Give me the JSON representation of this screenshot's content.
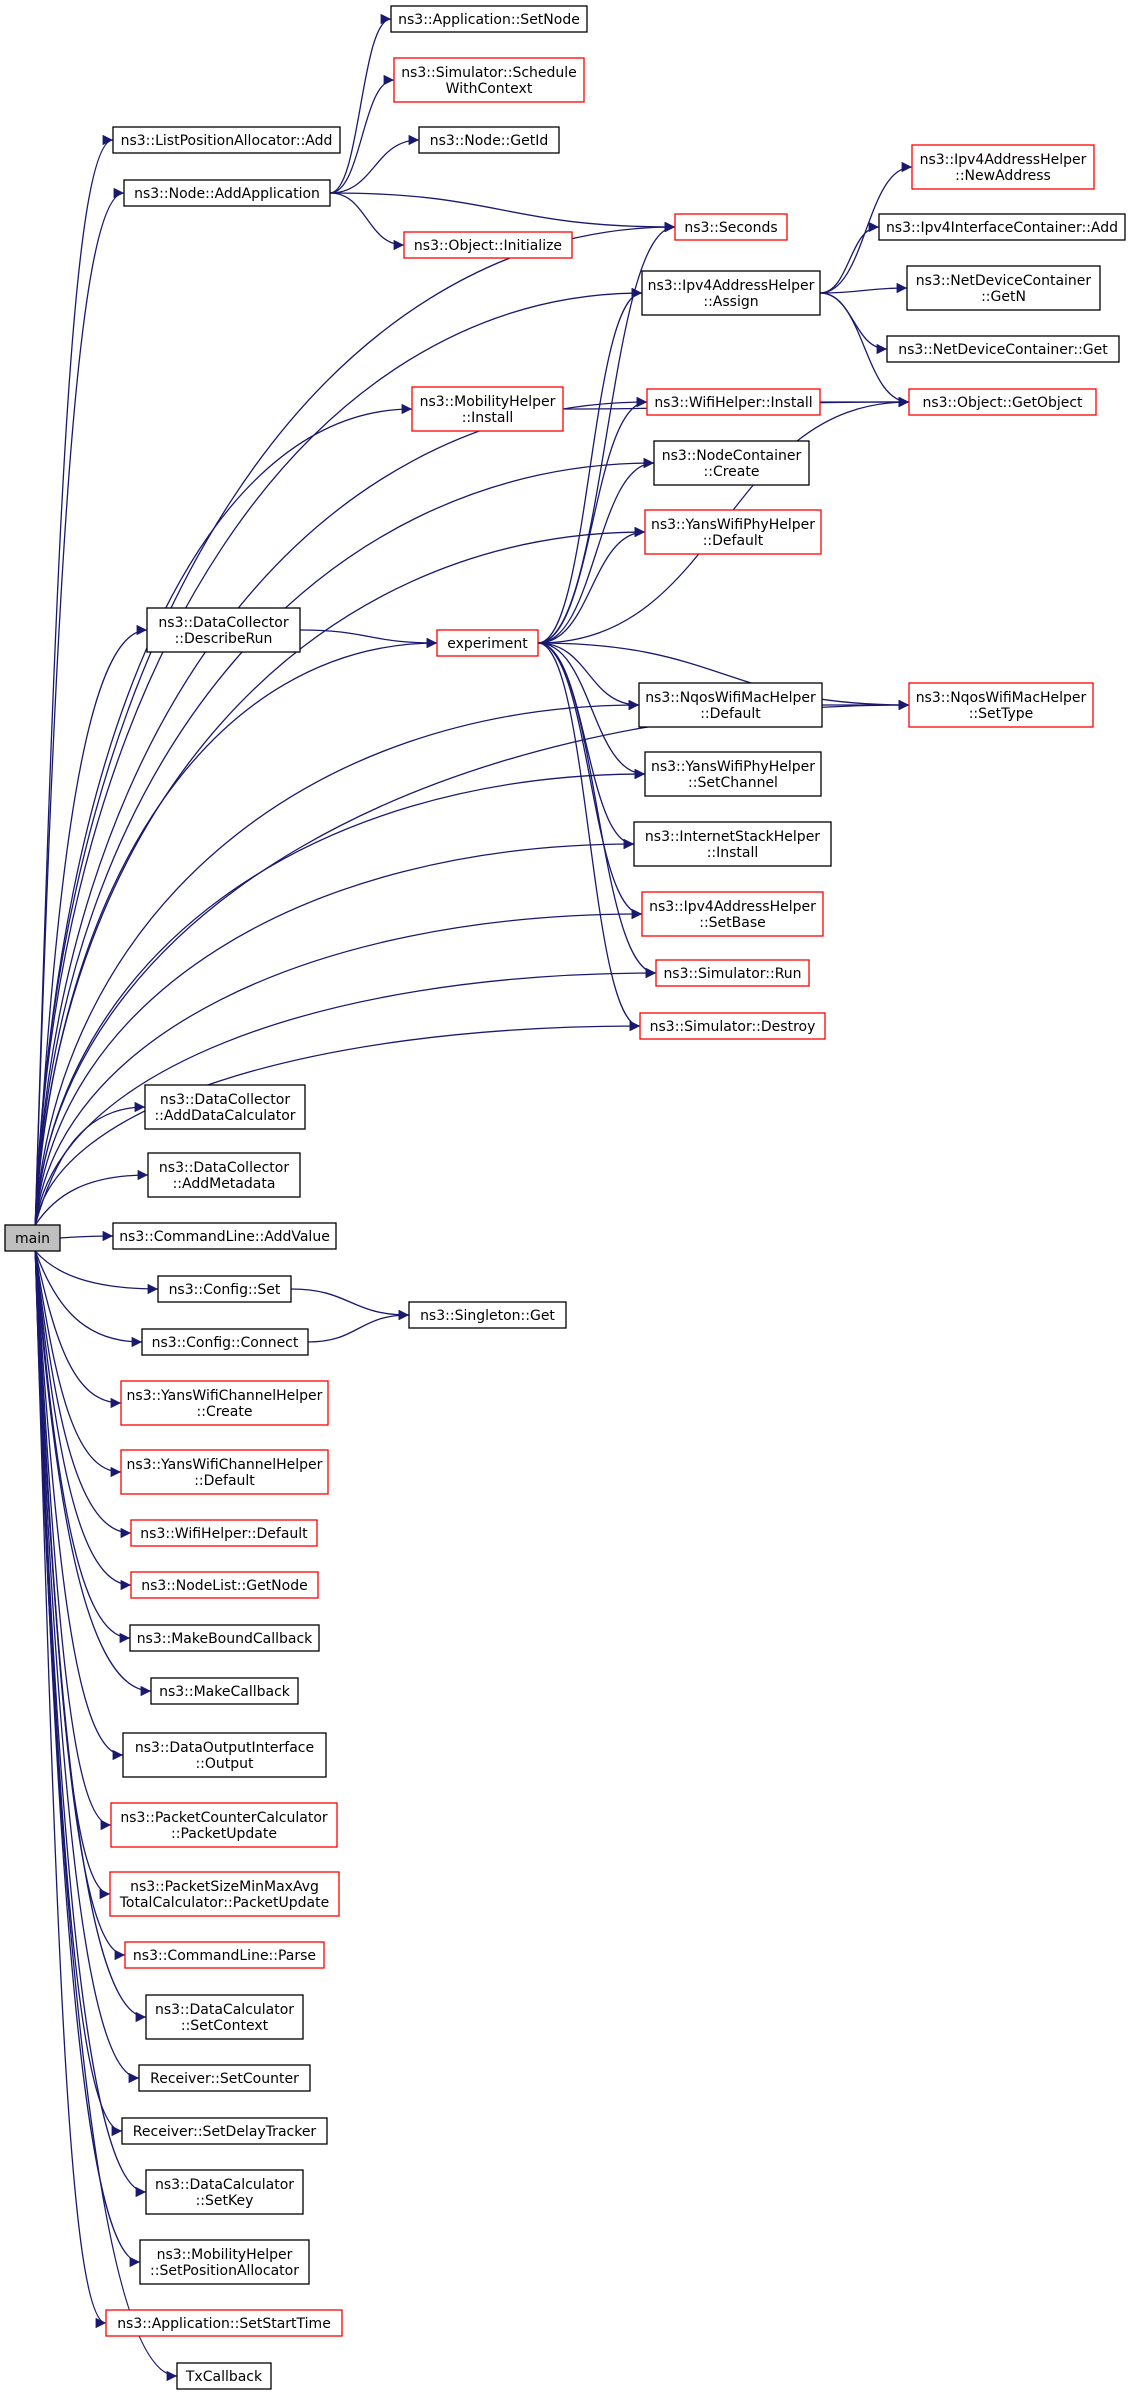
{
  "graph": {
    "edge_color": "#191970",
    "stroke_black": "#000000",
    "stroke_red": "#ff0000",
    "highlight_fill": "#bfbfbf",
    "nodes": [
      {
        "id": "main",
        "lines": [
          "main"
        ],
        "style": "highlight"
      },
      {
        "id": "listposalloc_add",
        "lines": [
          "ns3::ListPositionAllocator::Add"
        ],
        "style": "black"
      },
      {
        "id": "node_addapplication",
        "lines": [
          "ns3::Node::AddApplication"
        ],
        "style": "black"
      },
      {
        "id": "app_setnode",
        "lines": [
          "ns3::Application::SetNode"
        ],
        "style": "black"
      },
      {
        "id": "sim_schedulewithcontext",
        "lines": [
          "ns3::Simulator::Schedule",
          "WithContext"
        ],
        "style": "red"
      },
      {
        "id": "node_getid",
        "lines": [
          "ns3::Node::GetId"
        ],
        "style": "black"
      },
      {
        "id": "object_initialize",
        "lines": [
          "ns3::Object::Initialize"
        ],
        "style": "red"
      },
      {
        "id": "seconds",
        "lines": [
          "ns3::Seconds"
        ],
        "style": "red"
      },
      {
        "id": "ipv4addr_newaddress",
        "lines": [
          "ns3::Ipv4AddressHelper",
          "::NewAddress"
        ],
        "style": "red"
      },
      {
        "id": "ipv4iface_add",
        "lines": [
          "ns3::Ipv4InterfaceContainer::Add"
        ],
        "style": "black"
      },
      {
        "id": "ipv4addr_assign",
        "lines": [
          "ns3::Ipv4AddressHelper",
          "::Assign"
        ],
        "style": "black"
      },
      {
        "id": "netdev_getn",
        "lines": [
          "ns3::NetDeviceContainer",
          "::GetN"
        ],
        "style": "black"
      },
      {
        "id": "netdev_get",
        "lines": [
          "ns3::NetDeviceContainer::Get"
        ],
        "style": "black"
      },
      {
        "id": "mobility_install",
        "lines": [
          "ns3::MobilityHelper",
          "::Install"
        ],
        "style": "red"
      },
      {
        "id": "wifi_install",
        "lines": [
          "ns3::WifiHelper::Install"
        ],
        "style": "red"
      },
      {
        "id": "object_getobject",
        "lines": [
          "ns3::Object::GetObject"
        ],
        "style": "red"
      },
      {
        "id": "nodecontainer_create",
        "lines": [
          "ns3::NodeContainer",
          "::Create"
        ],
        "style": "black"
      },
      {
        "id": "yansphy_default",
        "lines": [
          "ns3::YansWifiPhyHelper",
          "::Default"
        ],
        "style": "red"
      },
      {
        "id": "datacollector_describerun",
        "lines": [
          "ns3::DataCollector",
          "::DescribeRun"
        ],
        "style": "black"
      },
      {
        "id": "experiment",
        "lines": [
          "experiment"
        ],
        "style": "red"
      },
      {
        "id": "nqosmac_default",
        "lines": [
          "ns3::NqosWifiMacHelper",
          "::Default"
        ],
        "style": "black"
      },
      {
        "id": "nqosmac_settype",
        "lines": [
          "ns3::NqosWifiMacHelper",
          "::SetType"
        ],
        "style": "red"
      },
      {
        "id": "yansphy_setchannel",
        "lines": [
          "ns3::YansWifiPhyHelper",
          "::SetChannel"
        ],
        "style": "black"
      },
      {
        "id": "internetstack_install",
        "lines": [
          "ns3::InternetStackHelper",
          "::Install"
        ],
        "style": "black"
      },
      {
        "id": "ipv4addr_setbase",
        "lines": [
          "ns3::Ipv4AddressHelper",
          "::SetBase"
        ],
        "style": "red"
      },
      {
        "id": "sim_run",
        "lines": [
          "ns3::Simulator::Run"
        ],
        "style": "red"
      },
      {
        "id": "sim_destroy",
        "lines": [
          "ns3::Simulator::Destroy"
        ],
        "style": "red"
      },
      {
        "id": "datacollector_adddatacalc",
        "lines": [
          "ns3::DataCollector",
          "::AddDataCalculator"
        ],
        "style": "black"
      },
      {
        "id": "datacollector_addmetadata",
        "lines": [
          "ns3::DataCollector",
          "::AddMetadata"
        ],
        "style": "black"
      },
      {
        "id": "cmdline_addvalue",
        "lines": [
          "ns3::CommandLine::AddValue"
        ],
        "style": "black"
      },
      {
        "id": "config_set",
        "lines": [
          "ns3::Config::Set"
        ],
        "style": "black"
      },
      {
        "id": "singleton_get",
        "lines": [
          "ns3::Singleton::Get"
        ],
        "style": "black"
      },
      {
        "id": "config_connect",
        "lines": [
          "ns3::Config::Connect"
        ],
        "style": "black"
      },
      {
        "id": "yanschan_create",
        "lines": [
          "ns3::YansWifiChannelHelper",
          "::Create"
        ],
        "style": "red"
      },
      {
        "id": "yanschan_default",
        "lines": [
          "ns3::YansWifiChannelHelper",
          "::Default"
        ],
        "style": "red"
      },
      {
        "id": "wifi_default",
        "lines": [
          "ns3::WifiHelper::Default"
        ],
        "style": "red"
      },
      {
        "id": "nodelist_getnode",
        "lines": [
          "ns3::NodeList::GetNode"
        ],
        "style": "red"
      },
      {
        "id": "makeboundcallback",
        "lines": [
          "ns3::MakeBoundCallback"
        ],
        "style": "black"
      },
      {
        "id": "makecallback",
        "lines": [
          "ns3::MakeCallback"
        ],
        "style": "black"
      },
      {
        "id": "dataoutput_output",
        "lines": [
          "ns3::DataOutputInterface",
          "::Output"
        ],
        "style": "black"
      },
      {
        "id": "pktcounter_update",
        "lines": [
          "ns3::PacketCounterCalculator",
          "::PacketUpdate"
        ],
        "style": "red"
      },
      {
        "id": "pktsize_update",
        "lines": [
          "ns3::PacketSizeMinMaxAvg",
          "TotalCalculator::PacketUpdate"
        ],
        "style": "red"
      },
      {
        "id": "cmdline_parse",
        "lines": [
          "ns3::CommandLine::Parse"
        ],
        "style": "red"
      },
      {
        "id": "datacalc_setcontext",
        "lines": [
          "ns3::DataCalculator",
          "::SetContext"
        ],
        "style": "black"
      },
      {
        "id": "receiver_setcounter",
        "lines": [
          "Receiver::SetCounter"
        ],
        "style": "black"
      },
      {
        "id": "receiver_setdelaytracker",
        "lines": [
          "Receiver::SetDelayTracker"
        ],
        "style": "black"
      },
      {
        "id": "datacalc_setkey",
        "lines": [
          "ns3::DataCalculator",
          "::SetKey"
        ],
        "style": "black"
      },
      {
        "id": "mobility_setposalloc",
        "lines": [
          "ns3::MobilityHelper",
          "::SetPositionAllocator"
        ],
        "style": "black"
      },
      {
        "id": "app_setstarttime",
        "lines": [
          "ns3::Application::SetStartTime"
        ],
        "style": "red"
      },
      {
        "id": "txcallback",
        "lines": [
          "TxCallback"
        ],
        "style": "black"
      }
    ],
    "edges": [
      [
        "main",
        "listposalloc_add"
      ],
      [
        "main",
        "node_addapplication"
      ],
      [
        "main",
        "seconds"
      ],
      [
        "main",
        "ipv4addr_assign"
      ],
      [
        "main",
        "mobility_install"
      ],
      [
        "main",
        "wifi_install"
      ],
      [
        "main",
        "nodecontainer_create"
      ],
      [
        "main",
        "yansphy_default"
      ],
      [
        "main",
        "datacollector_describerun"
      ],
      [
        "main",
        "experiment"
      ],
      [
        "main",
        "nqosmac_default"
      ],
      [
        "main",
        "yansphy_setchannel"
      ],
      [
        "main",
        "internetstack_install"
      ],
      [
        "main",
        "ipv4addr_setbase"
      ],
      [
        "main",
        "sim_run"
      ],
      [
        "main",
        "sim_destroy"
      ],
      [
        "main",
        "nqosmac_settype"
      ],
      [
        "main",
        "datacollector_adddatacalc"
      ],
      [
        "main",
        "datacollector_addmetadata"
      ],
      [
        "main",
        "cmdline_addvalue"
      ],
      [
        "main",
        "config_set"
      ],
      [
        "main",
        "config_connect"
      ],
      [
        "main",
        "yanschan_create"
      ],
      [
        "main",
        "yanschan_default"
      ],
      [
        "main",
        "wifi_default"
      ],
      [
        "main",
        "nodelist_getnode"
      ],
      [
        "main",
        "makeboundcallback"
      ],
      [
        "main",
        "makecallback"
      ],
      [
        "main",
        "dataoutput_output"
      ],
      [
        "main",
        "pktcounter_update"
      ],
      [
        "main",
        "pktsize_update"
      ],
      [
        "main",
        "cmdline_parse"
      ],
      [
        "main",
        "datacalc_setcontext"
      ],
      [
        "main",
        "receiver_setcounter"
      ],
      [
        "main",
        "receiver_setdelaytracker"
      ],
      [
        "main",
        "datacalc_setkey"
      ],
      [
        "main",
        "mobility_setposalloc"
      ],
      [
        "main",
        "app_setstarttime"
      ],
      [
        "main",
        "txcallback"
      ],
      [
        "node_addapplication",
        "app_setnode"
      ],
      [
        "node_addapplication",
        "sim_schedulewithcontext"
      ],
      [
        "node_addapplication",
        "node_getid"
      ],
      [
        "node_addapplication",
        "object_initialize"
      ],
      [
        "node_addapplication",
        "seconds"
      ],
      [
        "ipv4addr_assign",
        "ipv4addr_newaddress"
      ],
      [
        "ipv4addr_assign",
        "ipv4iface_add"
      ],
      [
        "ipv4addr_assign",
        "netdev_getn"
      ],
      [
        "ipv4addr_assign",
        "netdev_get"
      ],
      [
        "ipv4addr_assign",
        "object_getobject"
      ],
      [
        "mobility_install",
        "object_getobject"
      ],
      [
        "wifi_install",
        "object_getobject"
      ],
      [
        "datacollector_describerun",
        "experiment"
      ],
      [
        "experiment",
        "seconds"
      ],
      [
        "experiment",
        "ipv4addr_assign"
      ],
      [
        "experiment",
        "wifi_install"
      ],
      [
        "experiment",
        "object_getobject"
      ],
      [
        "experiment",
        "nodecontainer_create"
      ],
      [
        "experiment",
        "yansphy_default"
      ],
      [
        "experiment",
        "nqosmac_default"
      ],
      [
        "experiment",
        "nqosmac_settype"
      ],
      [
        "experiment",
        "yansphy_setchannel"
      ],
      [
        "experiment",
        "internetstack_install"
      ],
      [
        "experiment",
        "ipv4addr_setbase"
      ],
      [
        "experiment",
        "sim_run"
      ],
      [
        "experiment",
        "sim_destroy"
      ],
      [
        "nqosmac_default",
        "nqosmac_settype"
      ],
      [
        "config_set",
        "singleton_get"
      ],
      [
        "config_connect",
        "singleton_get"
      ]
    ]
  }
}
